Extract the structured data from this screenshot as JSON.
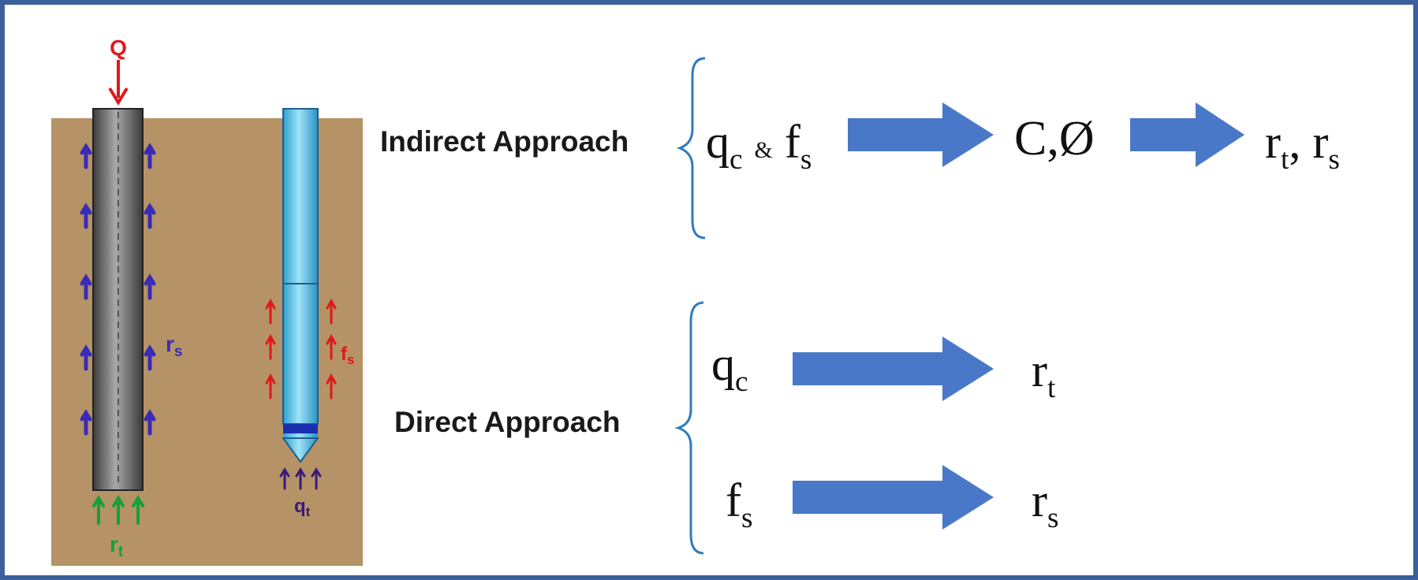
{
  "pile_diagram": {
    "load_label": "Q",
    "shaft_resistance_label": "r",
    "shaft_resistance_sub": "s",
    "tip_resistance_label": "r",
    "tip_resistance_sub": "t",
    "cone_sleeve_label": "f",
    "cone_sleeve_sub": "s",
    "cone_tip_label": "q",
    "cone_tip_sub": "t"
  },
  "indirect": {
    "label": "Indirect Approach",
    "in_q": "q",
    "in_q_sub": "c",
    "amp": "&",
    "in_f": "f",
    "in_f_sub": "s",
    "mid": "C,Ø",
    "out_r1": "r",
    "out_r1_sub": "t",
    "out_sep": ", ",
    "out_r2": "r",
    "out_r2_sub": "s"
  },
  "direct": {
    "label": "Direct Approach",
    "row1_in": "q",
    "row1_in_sub": "c",
    "row1_out": "r",
    "row1_out_sub": "t",
    "row2_in": "f",
    "row2_in_sub": "s",
    "row2_out": "r",
    "row2_out_sub": "s"
  },
  "colors": {
    "frame": "#3d5f9c",
    "soil": "#b59366",
    "arrow_fill": "#4a78c8",
    "brace": "#2e7bbf",
    "load_arrow": "#e01818",
    "shaft_arrow": "#3a2ab8",
    "tip_arrow": "#14a03c",
    "cone_body": "#5ec6ea"
  }
}
